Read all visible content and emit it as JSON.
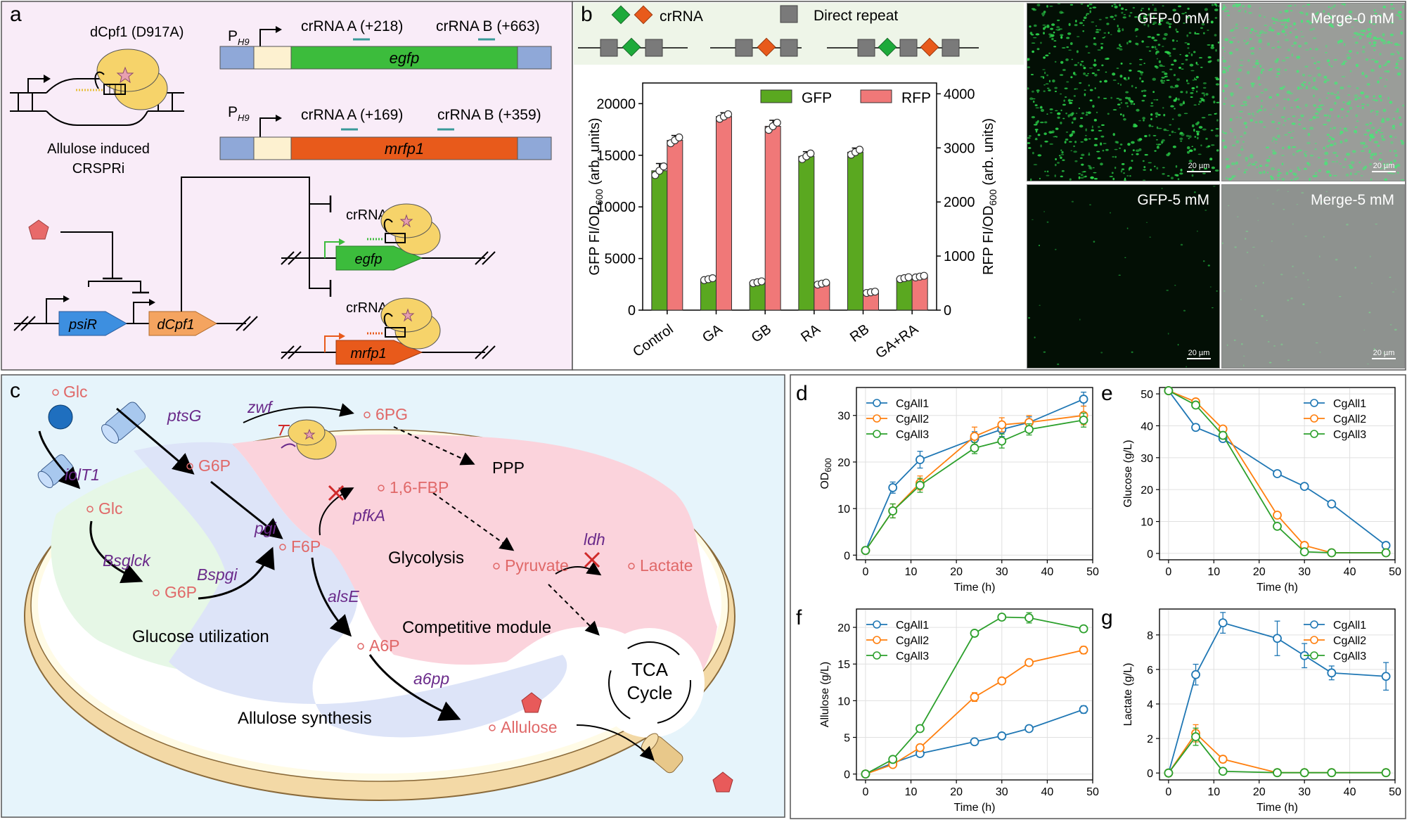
{
  "panels": {
    "a": "a",
    "b": "b",
    "c": "c",
    "d": "d",
    "e": "e",
    "f": "f",
    "g": "g"
  },
  "panel_a": {
    "dcpf1_label": "dCpf1 (D917A)",
    "induced_label_line1": "Allulose induced",
    "induced_label_line2": "CRSPRi",
    "promoter_p": "P",
    "promoter_sub": "H9",
    "egfp_construct": {
      "crrna_a": "crRNA A (+218)",
      "crrna_b": "crRNA B (+663)",
      "gene": "egfp"
    },
    "mrfp1_construct": {
      "crrna_a": "crRNA A (+169)",
      "crrna_b": "crRNA B (+359)",
      "gene": "mrfp1"
    },
    "psiR": "psiR",
    "dCpf1_gene": "dCpf1",
    "crRNA_1": "crRNA",
    "crRNA_2": "crRNA",
    "egfp_gene": "egfp",
    "mrfp1_gene": "mrfp1",
    "colors": {
      "background": "#f9ecf8",
      "egfp": "#3cbc3c",
      "mrfp1": "#e85a1b",
      "psiR": "#3d8fe0",
      "dcpf1": "#f4a460",
      "protein": "#f6d36a"
    }
  },
  "panel_b": {
    "legend_crrna": "crRNA",
    "legend_direct_repeat": "Direct repeat",
    "micrographs": [
      "GFP-0 mM",
      "Merge-0 mM",
      "GFP-5 mM",
      "Merge-5 mM"
    ],
    "scalebar": "20 µm"
  },
  "panel_c": {
    "metabolites": {
      "glc_out": "Glc",
      "glc_in": "Glc",
      "g6p_1": "G6P",
      "g6p_2": "G6P",
      "sixpg": "6PG",
      "fbp": "1,6-FBP",
      "f6p": "F6P",
      "pyruvate": "Pyruvate",
      "lactate": "Lactate",
      "a6p": "A6P",
      "allulose": "Allulose",
      "ppp": "PPP"
    },
    "enzymes": {
      "ptsG": "ptsG",
      "zwf": "zwf",
      "iolT1": "iolT1",
      "pgi": "pgi",
      "pfkA": "pfkA",
      "ldh": "ldh",
      "Bsglck": "Bsglck",
      "Bspgi": "Bspgi",
      "alsE": "alsE",
      "a6pp": "a6pp"
    },
    "modules": {
      "glycolysis": "Glycolysis",
      "competitive": "Competitive module",
      "glucose_util": "Glucose utilization",
      "allulose_syn": "Allulose synthesis",
      "tca_line1": "TCA",
      "tca_line2": "Cycle"
    },
    "colors": {
      "background": "#e6f4fb",
      "metabolite": "#e06868",
      "enzyme": "#6a2a8a",
      "competitive": "#fbd3dc",
      "glucose": "#e6f7e6",
      "allulose": "#dde4f8"
    }
  },
  "chart_data": [
    {
      "id": "b",
      "type": "bar",
      "categories": [
        "Control",
        "GA",
        "GB",
        "RA",
        "RB",
        "GA+RA"
      ],
      "series": [
        {
          "name": "GFP",
          "axis": "left",
          "color": "#5aa820",
          "values": [
            13500,
            3000,
            2700,
            14900,
            15300,
            3100
          ],
          "errors": [
            700,
            150,
            150,
            450,
            400,
            150
          ]
        },
        {
          "name": "RFP",
          "axis": "right",
          "color": "#f07878",
          "values": [
            3140,
            3580,
            3400,
            490,
            330,
            620
          ],
          "errors": [
            90,
            70,
            110,
            30,
            20,
            25
          ]
        }
      ],
      "ylabel_left": "GFP FI/OD",
      "ylabel_right": "RFP FI/OD",
      "ylabel_sub": "600",
      "ylabel_unit": " (arb. units)",
      "ylim_left": [
        0,
        22000
      ],
      "yticks_left": [
        0,
        5000,
        10000,
        15000,
        20000
      ],
      "ylim_right": [
        0,
        4200
      ],
      "yticks_right": [
        0,
        1000,
        2000,
        3000,
        4000
      ],
      "legend": "top-right"
    },
    {
      "id": "d",
      "type": "line",
      "x": [
        0,
        6,
        12,
        24,
        30,
        36,
        48
      ],
      "xlabel": "Time (h)",
      "ylabel": "OD",
      "ylabel_sub": "600",
      "xlim": [
        -2,
        50
      ],
      "ylim": [
        -1,
        36
      ],
      "xticks": [
        0,
        10,
        20,
        30,
        40,
        50
      ],
      "yticks": [
        0,
        10,
        20,
        30
      ],
      "series": [
        {
          "name": "CgAll1",
          "color": "#1f77b4",
          "values": [
            1,
            14.5,
            20.5,
            25,
            27,
            28.5,
            33.5
          ],
          "errors": [
            0.3,
            1.2,
            1.8,
            1.5,
            1.5,
            1.2,
            1.5
          ]
        },
        {
          "name": "CgAll2",
          "color": "#ff7f0e",
          "values": [
            1,
            9.5,
            15.5,
            25.5,
            28,
            28.5,
            30
          ],
          "errors": [
            0.3,
            1.5,
            1.5,
            2,
            1.5,
            1.5,
            2
          ]
        },
        {
          "name": "CgAll3",
          "color": "#2ca02c",
          "values": [
            1,
            9.5,
            15,
            23,
            24.5,
            27,
            29
          ],
          "errors": [
            0.3,
            1.5,
            1.5,
            1.2,
            1.5,
            1.2,
            1.5
          ]
        }
      ],
      "legend": "top-left",
      "grid": true
    },
    {
      "id": "e",
      "type": "line",
      "x": [
        0,
        6,
        12,
        24,
        30,
        36,
        48
      ],
      "xlabel": "Time (h)",
      "ylabel": "Glucose (g/L)",
      "xlim": [
        -2,
        50
      ],
      "ylim": [
        -2,
        52
      ],
      "xticks": [
        0,
        10,
        20,
        30,
        40,
        50
      ],
      "yticks": [
        0,
        10,
        20,
        30,
        40,
        50
      ],
      "series": [
        {
          "name": "CgAll1",
          "color": "#1f77b4",
          "values": [
            51,
            39.5,
            36,
            25,
            21,
            15.5,
            2.5
          ],
          "errors": [
            0.8,
            0.8,
            0.8,
            0.8,
            0.8,
            0.8,
            0.5
          ]
        },
        {
          "name": "CgAll2",
          "color": "#ff7f0e",
          "values": [
            51,
            47.5,
            39,
            12,
            2.5,
            0.2,
            0.2
          ],
          "errors": [
            0.8,
            0.8,
            0.8,
            0.8,
            0.5,
            0.2,
            0.2
          ]
        },
        {
          "name": "CgAll3",
          "color": "#2ca02c",
          "values": [
            51,
            46.5,
            37,
            8.5,
            0.5,
            0.2,
            0.2
          ],
          "errors": [
            0.8,
            0.8,
            0.8,
            0.8,
            0.3,
            0.2,
            0.2
          ]
        }
      ],
      "legend": "top-right",
      "grid": true
    },
    {
      "id": "f",
      "type": "line",
      "x": [
        0,
        6,
        12,
        24,
        30,
        36,
        48
      ],
      "xlabel": "Time (h)",
      "ylabel": "Allulose (g/L)",
      "xlim": [
        -2,
        50
      ],
      "ylim": [
        -0.8,
        22.5
      ],
      "xticks": [
        0,
        10,
        20,
        30,
        40,
        50
      ],
      "yticks": [
        0,
        5,
        10,
        15,
        20
      ],
      "series": [
        {
          "name": "CgAll1",
          "color": "#1f77b4",
          "values": [
            0,
            1.5,
            2.8,
            4.4,
            5.2,
            6.2,
            8.8
          ],
          "errors": [
            0.1,
            0.3,
            0.3,
            0.3,
            0.4,
            0.4,
            0.5
          ]
        },
        {
          "name": "CgAll2",
          "color": "#ff7f0e",
          "values": [
            0,
            1.3,
            3.6,
            10.5,
            12.7,
            15.2,
            16.9
          ],
          "errors": [
            0.1,
            0.3,
            0.3,
            0.6,
            0.4,
            0.4,
            0.5
          ]
        },
        {
          "name": "CgAll3",
          "color": "#2ca02c",
          "values": [
            0,
            2.0,
            6.2,
            19.2,
            21.4,
            21.3,
            19.8
          ],
          "errors": [
            0.1,
            0.3,
            0.3,
            0.4,
            0.4,
            0.7,
            0.4
          ]
        }
      ],
      "legend": "top-left",
      "grid": true
    },
    {
      "id": "g",
      "type": "line",
      "x": [
        0,
        6,
        12,
        24,
        30,
        36,
        48
      ],
      "xlabel": "Time (h)",
      "ylabel": "Lactate (g/L)",
      "xlim": [
        -2,
        50
      ],
      "ylim": [
        -0.4,
        9.5
      ],
      "xticks": [
        0,
        10,
        20,
        30,
        40,
        50
      ],
      "yticks": [
        0,
        2,
        4,
        6,
        8
      ],
      "series": [
        {
          "name": "CgAll1",
          "color": "#1f77b4",
          "values": [
            0,
            5.7,
            8.7,
            7.8,
            6.8,
            5.8,
            5.6
          ],
          "errors": [
            0.05,
            0.6,
            0.6,
            1.0,
            0.7,
            0.4,
            0.8
          ]
        },
        {
          "name": "CgAll2",
          "color": "#ff7f0e",
          "values": [
            0,
            2.3,
            0.8,
            0.02,
            0.02,
            0.02,
            0.02
          ],
          "errors": [
            0.05,
            0.5,
            0.2,
            0.05,
            0.05,
            0.05,
            0.05
          ]
        },
        {
          "name": "CgAll3",
          "color": "#2ca02c",
          "values": [
            0,
            2.1,
            0.1,
            0.02,
            0.02,
            0.02,
            0.02
          ],
          "errors": [
            0.05,
            0.5,
            0.1,
            0.05,
            0.05,
            0.05,
            0.05
          ]
        }
      ],
      "legend": "top-right",
      "grid": true
    }
  ]
}
